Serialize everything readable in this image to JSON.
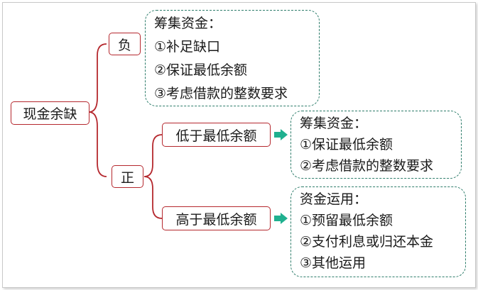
{
  "root": {
    "label": "现金余缺"
  },
  "branches": {
    "negative": {
      "label": "负",
      "note": {
        "lines": [
          "筹集资金：",
          "①补足缺口",
          "②保证最低余额",
          "③考虑借款的整数要求"
        ]
      }
    },
    "positive": {
      "label": "正",
      "children": [
        {
          "label": "低于最低余额",
          "note": {
            "lines": [
              "筹集资金：",
              "①保证最低余额",
              "②考虑借款的整数要求"
            ]
          }
        },
        {
          "label": "高于最低余额",
          "note": {
            "lines": [
              "资金运用：",
              "①预留最低余额",
              "②支付利息或归还本金",
              "③其他运用"
            ]
          }
        }
      ]
    }
  },
  "colors": {
    "node_border": "#b5282e",
    "connector": "#b5282e",
    "note_border": "#2e7d6b",
    "arrow": "#1fb08f"
  }
}
